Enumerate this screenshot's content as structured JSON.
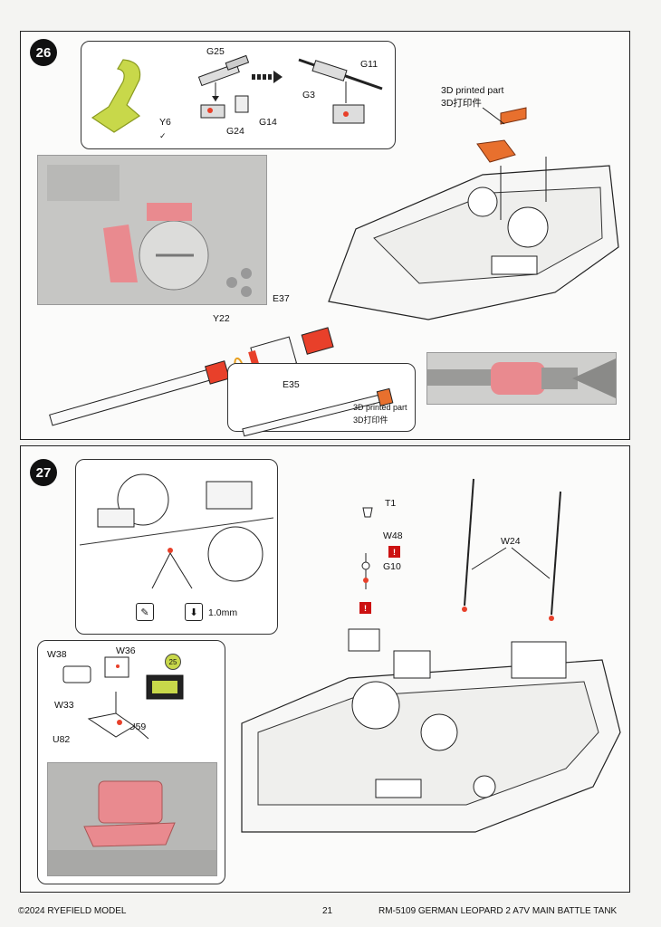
{
  "steps": [
    {
      "number": "26",
      "labels": {
        "g25": "G25",
        "g11": "G11",
        "g3": "G3",
        "y6": "Y6",
        "g14": "G14",
        "g24": "G24",
        "printed_en": "3D printed part",
        "printed_cn": "3D打印件",
        "e37": "E37",
        "y22": "Y22",
        "e35": "E35",
        "printed2_en": "3D printed part",
        "printed2_cn": "3D打印件"
      }
    },
    {
      "number": "27",
      "labels": {
        "t1": "T1",
        "w48": "W48",
        "g10": "G10",
        "w24": "W24",
        "drill": "1.0mm",
        "w38": "W38",
        "w36": "W36",
        "w33": "W33",
        "u59": "U59",
        "u82": "U82",
        "ref_step": "25"
      }
    }
  ],
  "footer": {
    "copyright": "©2024 RYEFIELD MODEL",
    "page": "21",
    "product": "RM-5109 GERMAN LEOPARD  2 A7V MAIN BATTLE TANK"
  },
  "colors": {
    "highlight_red": "#e8402a",
    "printed_orange": "#e8702e",
    "resin_pink": "#e98a8f",
    "photo_grey": "#c9c9c7",
    "sprue_yellow": "#c8d84a"
  },
  "icons": [
    "glue-icon",
    "drill-icon",
    "warning-icon",
    "decal-icon"
  ]
}
